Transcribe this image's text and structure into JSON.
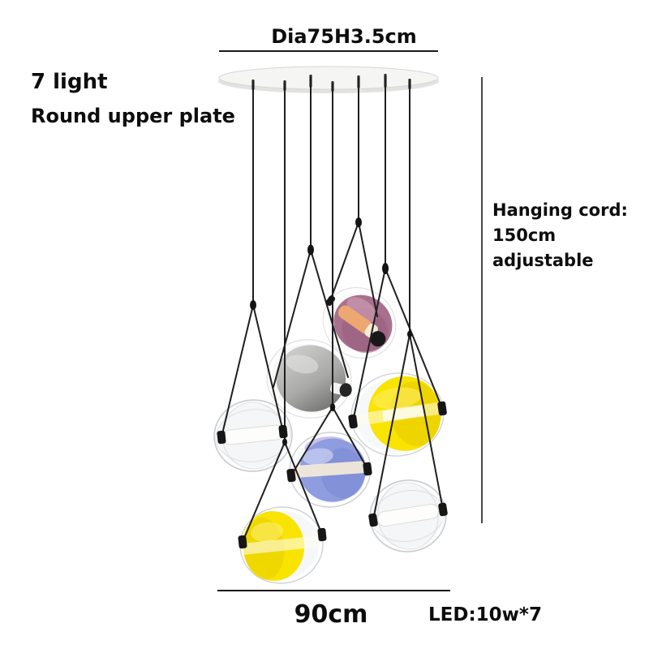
{
  "product_image": {
    "kind": "7-light glass capsule pendant chandelier dimension photo",
    "labels": {
      "plate_dimension": "Dia75H3.5cm",
      "light_count": "7 light",
      "plate_type": "Round upper plate",
      "cord_line1": "Hanging cord:",
      "cord_line2": "150cm",
      "cord_line3": "adjustable",
      "spread_width": "90cm",
      "led_spec": "LED:10w*7"
    },
    "dimensions": {
      "plate": "Dia75H3.5cm",
      "cord_length": "150cm adjustable",
      "cluster_width": "90cm",
      "led": "10w x 7"
    },
    "colors": {
      "background": "#ffffff",
      "text": "#0d0d0d",
      "dimension_line": "#1a1a1a",
      "cord": "#1f1f1f",
      "plate_top": "#f5f5f3",
      "plate_edge": "#e2e2df",
      "plate_stroke": "#d6d6d2",
      "clamp": "#161616",
      "glass_rim": "#ffffff",
      "pendants": {
        "plum": {
          "glass": "#a9708e",
          "shade": "#96597a",
          "highlight": "#c997af",
          "tube": "#eda770",
          "tube_tip": "#f2ecd8",
          "knob": "#181818"
        },
        "smoke": {
          "light": "#d8d8d6",
          "dark": "#5f5f5d",
          "nozzle": "#f4f4f2",
          "cap": "#242424"
        },
        "yellow": {
          "glass": "#f9e300",
          "shade": "#e6cb00",
          "highlight": "#fff176",
          "band": "#fffdf0"
        },
        "clear": {
          "glass": "#eef0f2",
          "fold": "#d3d6d9",
          "tube": "#fdfdfb",
          "tube_edge": "#dcdcda"
        },
        "blue": {
          "glass": "#8f9cdf",
          "shade": "#7a88d4",
          "highlight": "#c3cbf0",
          "top": "#b9aee6",
          "band": "#f6ecd9"
        }
      }
    }
  }
}
